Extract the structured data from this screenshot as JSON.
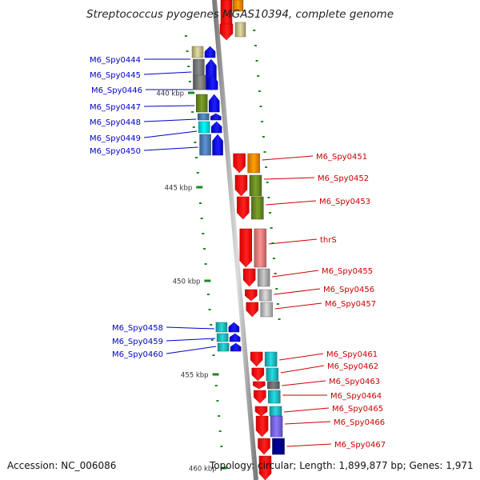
{
  "title": "Streptococcus pyogenes MGAS10394, complete genome",
  "footer": {
    "accession": "Accession: NC_006086",
    "summary": "Topology: circular; Length: 1,899,877 bp; Genes: 1,971"
  },
  "colors": {
    "backbone": "#999999",
    "minus_strand_label": "#0000cc",
    "plus_strand_label": "#cc0000",
    "tick": "#1a8a1a",
    "scale_text": "#333333"
  },
  "scale": {
    "unit": "kbp",
    "labels": [
      "440 kbp",
      "445 kbp",
      "450 kbp",
      "455 kbp",
      "460 kbp"
    ]
  },
  "genes": {
    "minus_strand": [
      {
        "label": "M6_Spy0444",
        "color": "#c8c08a"
      },
      {
        "label": "M6_Spy0445",
        "color": "#7a7a7a"
      },
      {
        "label": "M6_Spy0446",
        "color": "#808080"
      },
      {
        "label": "M6_Spy0447",
        "color": "#6b8e23"
      },
      {
        "label": "M6_Spy0448",
        "color": "#4682b4"
      },
      {
        "label": "M6_Spy0449",
        "color": "#00e5ee"
      },
      {
        "label": "M6_Spy0450",
        "color": "#4f81bd"
      },
      {
        "label": "M6_Spy0458",
        "color": "#20c0c0"
      },
      {
        "label": "M6_Spy0459",
        "color": "#20c0c0"
      },
      {
        "label": "M6_Spy0460",
        "color": "#20c0c0"
      }
    ],
    "plus_strand": [
      {
        "label": "M6_Spy0451",
        "color": "#ff8c00"
      },
      {
        "label": "M6_Spy0452",
        "color": "#6b8e23"
      },
      {
        "label": "M6_Spy0453",
        "color": "#6b8e23"
      },
      {
        "label": "thrS",
        "color": "#f08080"
      },
      {
        "label": "M6_Spy0455",
        "color": "#b0b0b0"
      },
      {
        "label": "M6_Spy0456",
        "color": "#c0c0c0"
      },
      {
        "label": "M6_Spy0457",
        "color": "#c0c0c0"
      },
      {
        "label": "M6_Spy0461",
        "color": "#20c0c8"
      },
      {
        "label": "M6_Spy0462",
        "color": "#20c0c8"
      },
      {
        "label": "M6_Spy0463",
        "color": "#707070"
      },
      {
        "label": "M6_Spy0464",
        "color": "#20c0c8"
      },
      {
        "label": "M6_Spy0465",
        "color": "#20c0c8"
      },
      {
        "label": "M6_Spy0466",
        "color": "#7b68ee"
      },
      {
        "label": "M6_Spy0467",
        "color": "#00008b"
      }
    ],
    "top_partial_colors": [
      "#ff8c00",
      "#c8c08a"
    ]
  }
}
